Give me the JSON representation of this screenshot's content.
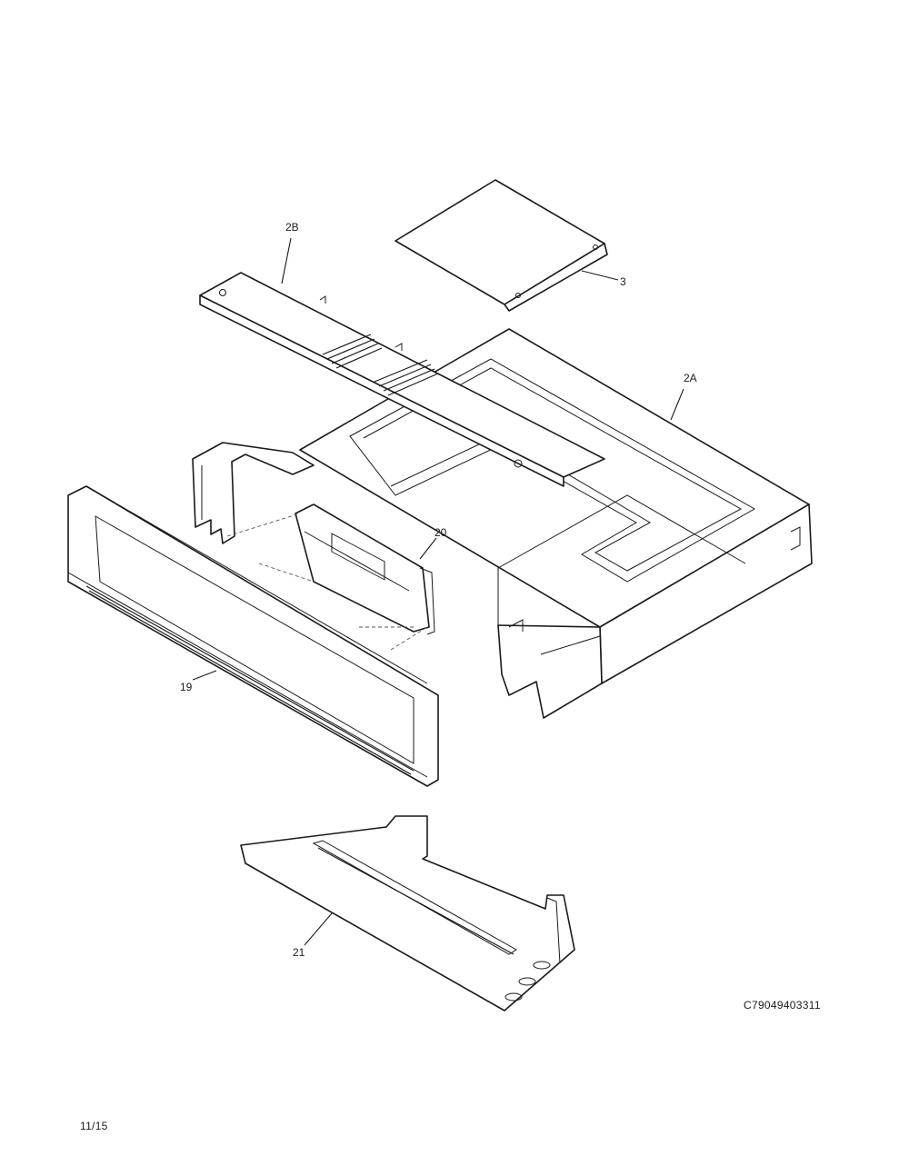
{
  "callouts": {
    "part_2b": "2B",
    "part_3": "3",
    "part_2a": "2A",
    "part_20": "20",
    "part_19": "19",
    "part_21": "21"
  },
  "diagram_code": "C79049403311",
  "page_number": "11/15"
}
